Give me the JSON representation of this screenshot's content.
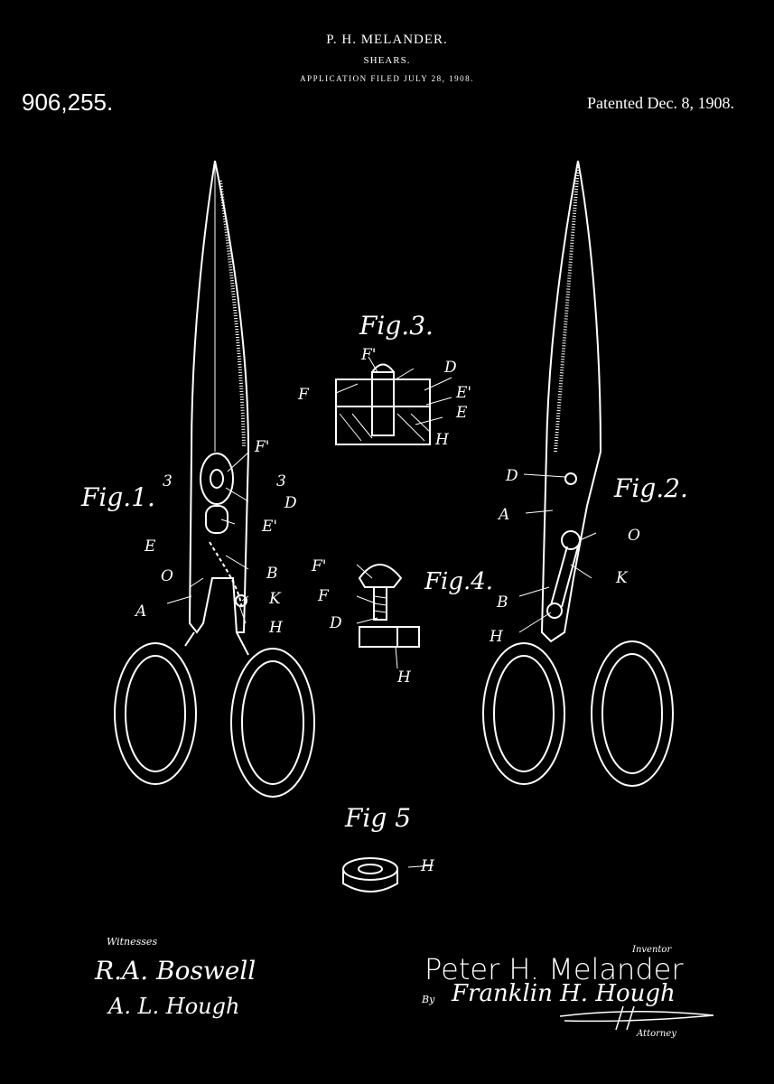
{
  "header": {
    "inventor": "P. H. MELANDER.",
    "title": "SHEARS.",
    "application": "APPLICATION FILED JULY 28, 1908.",
    "patent_number": "906,255.",
    "patented": "Patented Dec. 8, 1908."
  },
  "figures": {
    "fig1": {
      "title": "Fig.1.",
      "labels": [
        "3",
        "3",
        "F'",
        "D",
        "E'",
        "E",
        "B",
        "O",
        "K",
        "A",
        "H"
      ]
    },
    "fig2": {
      "title": "Fig.2.",
      "labels": [
        "D",
        "A",
        "O",
        "K",
        "B",
        "H"
      ]
    },
    "fig3": {
      "title": "Fig.3.",
      "labels": [
        "F'",
        "F",
        "D",
        "E'",
        "E",
        "H"
      ]
    },
    "fig4": {
      "title": "Fig.4.",
      "labels": [
        "F'",
        "F",
        "D",
        "H"
      ]
    },
    "fig5": {
      "title": "Fig 5",
      "labels": [
        "H"
      ]
    }
  },
  "footer": {
    "witnesses_label": "Witnesses",
    "witness_1": "R.A. Boswell",
    "witness_2": "A. L. Hough",
    "inventor_label": "Inventor",
    "inventor_signature": "Peter H. Melander",
    "by_label": "By",
    "attorney_signature": "Franklin H. Hough",
    "attorney_label": "Attorney"
  },
  "colors": {
    "background": "#000000",
    "ink": "#ffffff"
  }
}
